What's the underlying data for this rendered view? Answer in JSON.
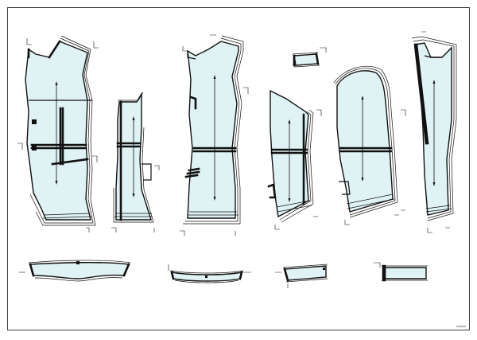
{
  "title": "",
  "pieces": [
    {
      "id": "front-body",
      "lines": [
        "",
        ""
      ]
    },
    {
      "id": "side-panel",
      "lines": [
        "",
        ""
      ]
    },
    {
      "id": "back-body",
      "lines": [
        "",
        ""
      ]
    },
    {
      "id": "sleeve-under",
      "lines": [
        "",
        ""
      ]
    },
    {
      "id": "sleeve-top",
      "lines": [
        "",
        ""
      ]
    },
    {
      "id": "front-facing",
      "lines": [
        "",
        ""
      ]
    },
    {
      "id": "collar-stand",
      "lines": [
        ""
      ]
    },
    {
      "id": "collar-fall",
      "lines": [
        ""
      ]
    },
    {
      "id": "cuff",
      "lines": [
        ""
      ]
    },
    {
      "id": "pocket-flap",
      "lines": [
        ""
      ]
    },
    {
      "id": "small-tab",
      "lines": [
        ""
      ]
    }
  ],
  "colors": {
    "piece_fill": "#dff2f4",
    "line": "#111111",
    "paper": "#ffffff"
  }
}
